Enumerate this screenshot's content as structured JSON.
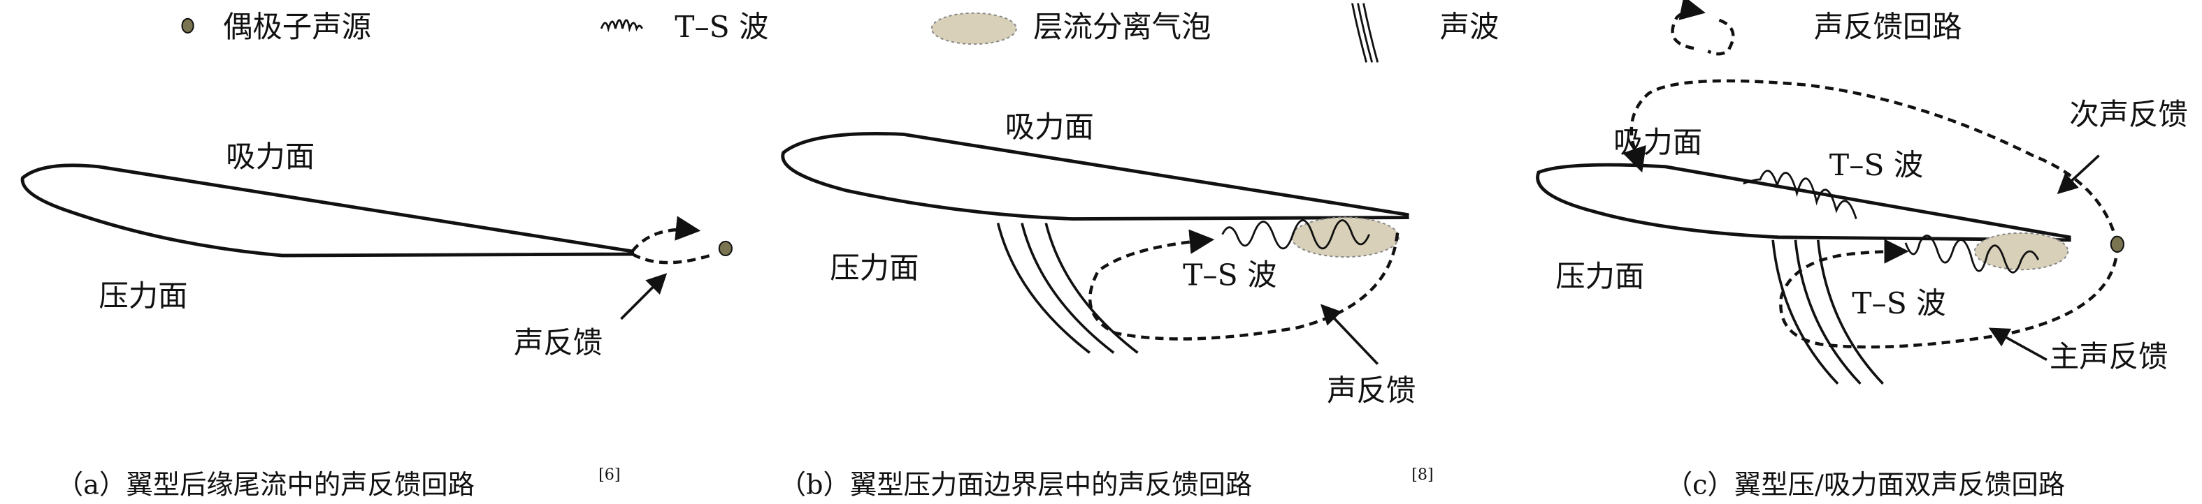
{
  "legend": [
    {
      "icon": "dipole-source-icon",
      "label": "偶极子声源"
    },
    {
      "icon": "ts-wave-icon",
      "label": "T–S 波"
    },
    {
      "icon": "separation-bubble-icon",
      "label": "层流分离气泡"
    },
    {
      "icon": "acoustic-wave-icon",
      "label": "声波"
    },
    {
      "icon": "feedback-loop-icon",
      "label": "声反馈回路"
    }
  ],
  "panel_a": {
    "suction": "吸力面",
    "pressure": "压力面",
    "feedback": "声反馈",
    "caption": "（a）翼型后缘尾流中的声反馈回路",
    "ref": "[6]"
  },
  "panel_b": {
    "suction": "吸力面",
    "pressure": "压力面",
    "ts_wave": "T–S 波",
    "feedback": "声反馈",
    "caption": "（b）翼型压力面边界层中的声反馈回路",
    "ref": "[8]"
  },
  "panel_c": {
    "suction": "吸力面",
    "pressure": "压力面",
    "ts_wave_top": "T–S 波",
    "ts_wave_bottom": "T–S 波",
    "secondary": "次声反馈",
    "primary": "主声反馈",
    "caption": "（c）翼型压/吸力面双声反馈回路"
  },
  "colors": {
    "dipole": "#7a7550",
    "bubble": "#d8d0b8"
  }
}
